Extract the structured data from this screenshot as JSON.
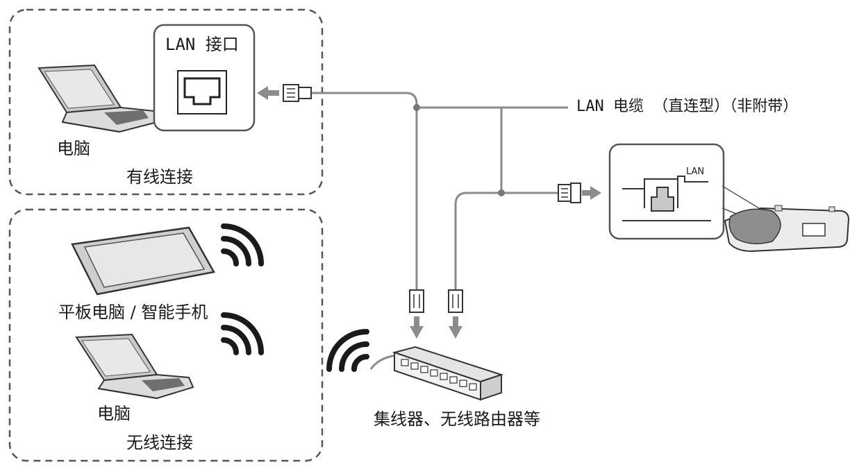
{
  "labels": {
    "lan_port": "LAN 接口",
    "wired_pc": "电脑",
    "wired_group": "有线连接",
    "lan_cable": "LAN 电缆 （直连型）（非附带）",
    "projector_port": "LAN",
    "tablet": "平板电脑 / 智能手机",
    "wireless_pc": "电脑",
    "wireless_group": "无线连接",
    "hub": "集线器、无线路由器等"
  },
  "icons": [
    "laptop-icon",
    "lan-port-icon",
    "rj45-plug-icon",
    "arrow-icon",
    "tablet-icon",
    "wifi-signal-icon",
    "network-hub-icon",
    "projector-icon"
  ],
  "colors": {
    "line": "#8a8a8a",
    "box_border": "#555555",
    "device_fill": "#d0d0d0",
    "arrow": "#8c8c8c",
    "text": "#1a1a1a"
  }
}
